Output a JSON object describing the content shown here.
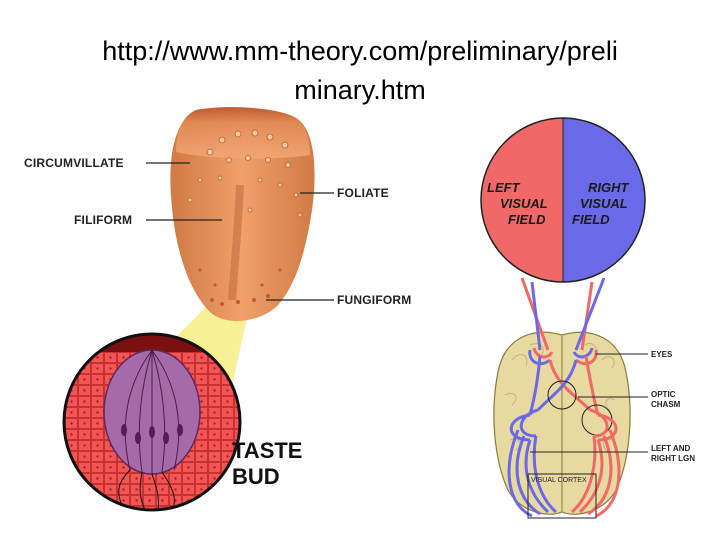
{
  "header": {
    "url_line1": "http://www.mm-theory.com/preliminary/preli",
    "url_line2": "minary.htm"
  },
  "tongue": {
    "labels": {
      "circumvillate": "CIRCUMVILLATE",
      "filiform": "FILIFORM",
      "foliate": "FOLIATE",
      "fungiform": "FUNGIFORM"
    },
    "taste_bud": {
      "line1": "TASTE",
      "line2": "BUD"
    }
  },
  "visual": {
    "left_field": [
      "LEFT",
      "VISUAL",
      "FIELD"
    ],
    "right_field": [
      "RIGHT",
      "VISUAL",
      "FIELD"
    ],
    "labels": {
      "eyes": "EYES",
      "optic_line1": "OPTIC",
      "optic_line2": "CHASM",
      "lgn_line1": "LEFT AND",
      "lgn_line2": "RIGHT LGN",
      "cortex": "VISUAL CORTEX"
    },
    "colors": {
      "left": "#f06868",
      "right": "#6a6ae8",
      "brain": "#e8d9a0"
    }
  }
}
